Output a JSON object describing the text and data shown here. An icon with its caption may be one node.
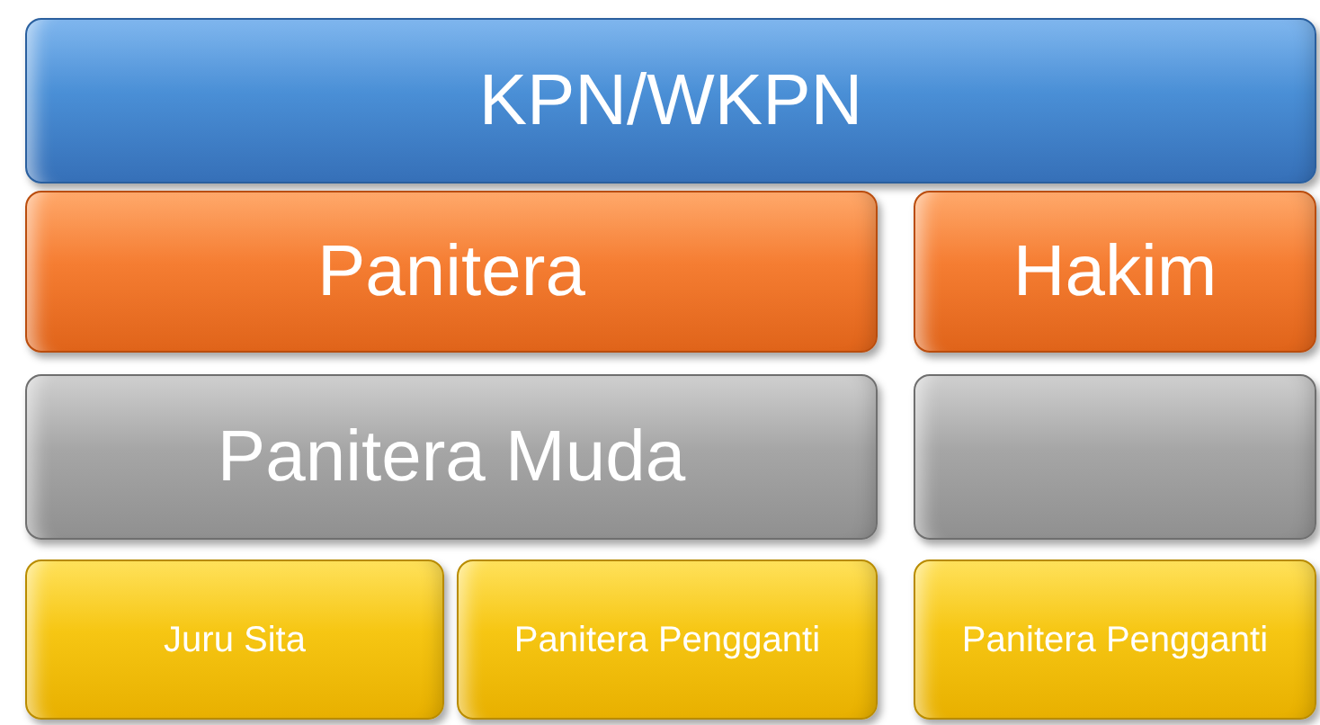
{
  "diagram": {
    "nodes": [
      {
        "text": [
          "KPN/WKPN"
        ]
      },
      {
        "text": [
          "Panitera"
        ]
      },
      {
        "text": [
          "Hakim"
        ]
      },
      {
        "text": [
          "Panitera Muda"
        ]
      },
      {
        "text": [],
        "shape": "box"
      },
      {
        "text": [
          "Juru Sita"
        ]
      },
      {
        "text": [
          "Panitera Pengganti"
        ]
      },
      {
        "text": [
          "Panitera Pengganti"
        ]
      }
    ]
  }
}
